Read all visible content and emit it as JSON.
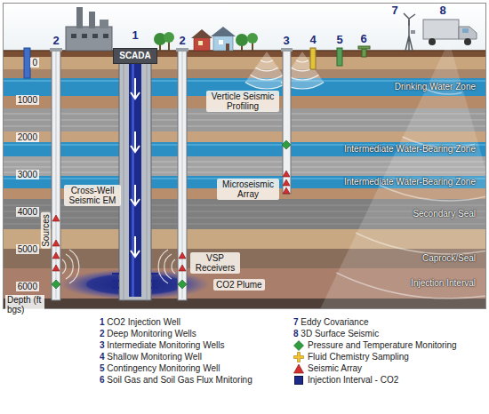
{
  "diagram": {
    "nodes": [
      {
        "text": [
          "SCADA"
        ]
      },
      {
        "text": [
          "Drinking Water Zone"
        ]
      },
      {
        "text": [
          "Intermediate Water-Bearing Zone"
        ]
      },
      {
        "text": [
          "Intermediate Water-Bearing Zone"
        ]
      },
      {
        "text": [
          "Secondary Seal"
        ]
      },
      {
        "text": [
          "Caprock/Seal"
        ]
      },
      {
        "text": [
          "Injection Interval"
        ]
      }
    ],
    "labels": [
      "2",
      "1",
      "2",
      "3",
      "4",
      "5",
      "6",
      "7",
      "8",
      "0",
      "1000",
      "2000",
      "3000",
      "4000",
      "5000",
      "6000",
      "Depth (ft bgs)",
      "Verticle Seismic Profiling",
      "Microseismic Array",
      "Cross-Well Seismic EM",
      "Sources",
      "VSP Receivers",
      "CO2 Plume"
    ],
    "legend": [
      {
        "text": "1 CO2 Injection Well"
      },
      {
        "text": "2 Deep Monitoring Wells"
      },
      {
        "text": "3 Intermediate Monitoring Wells"
      },
      {
        "text": "4 Shallow Monitoring Well"
      },
      {
        "text": "5 Contingency Monitoring Well"
      },
      {
        "text": "6 Soil Gas and Soil Gas Flux Mnitoring"
      },
      {
        "text": "7 Eddy Covariance"
      },
      {
        "text": "8 3D Surface Seismic"
      },
      {
        "text": "Pressure and Temperature Monitoring"
      },
      {
        "text": "Fluid Chemistry Sampling"
      },
      {
        "text": "Seismic Array"
      },
      {
        "text": "Injection Interval - CO2",
        "color": "#1c2a8a"
      }
    ]
  }
}
